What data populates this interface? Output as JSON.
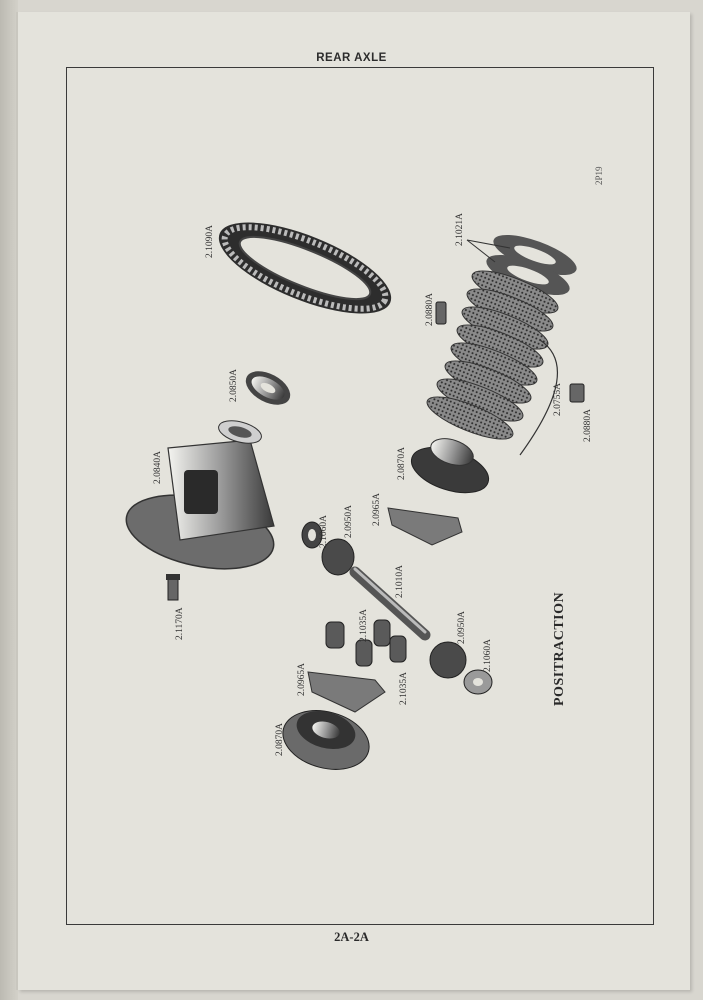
{
  "header": {
    "section_title": "REAR AXLE"
  },
  "figure": {
    "title": "POSITRACTION",
    "code": "2P19",
    "labels": {
      "ring_gear": "2.1090A",
      "clutch_plates": "2.1021A",
      "bearing": "2.0850A",
      "case": "2.0840A",
      "bolt": "2.1170A",
      "thrust_washer": "2.1060A",
      "pinion": "2.0950A",
      "guide_upper": "2.0965A",
      "shaft": "2.1010A",
      "springs_upper": "2.1035A",
      "springs_lower": "2.1035A",
      "guide_lower": "2.0965A",
      "side_gear_lower": "2.0870A",
      "side_gear_upper": "2.0870A",
      "pinion_right": "2.0950A",
      "washer_right": "2.1060A",
      "shim_top": "2.0880A",
      "shim_right": "2.0880A",
      "retainer": "2.0755A"
    }
  },
  "footer": {
    "page_number": "2A-2A"
  }
}
